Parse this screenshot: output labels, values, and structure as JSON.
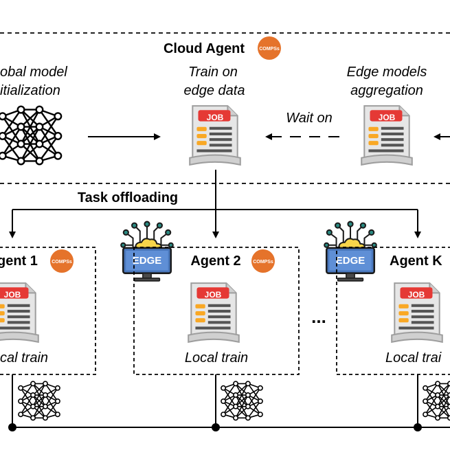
{
  "cloud": {
    "title": "Cloud Agent",
    "badge": "COMPSs",
    "global_init": [
      "obal model",
      "itialization"
    ],
    "train_on": [
      "Train on",
      "edge data"
    ],
    "aggregation": [
      "Edge models",
      "aggregation"
    ],
    "wait_on": "Wait on",
    "job_label": "JOB"
  },
  "task_offloading": "Task offloading",
  "agents": [
    {
      "title": "gent 1",
      "badge": "COMPSs",
      "job_label": "JOB",
      "train_label": "cal train"
    },
    {
      "title": "Agent 2",
      "badge": "COMPSs",
      "job_label": "JOB",
      "train_label": "Local train"
    },
    {
      "title": "Agent K",
      "job_label": "JOB",
      "train_label": "Local trai"
    }
  ],
  "edge_label": "EDGE",
  "ellipsis": "...",
  "colors": {
    "job_red": "#e53935",
    "job_orange": "#f9a825",
    "compss_orange": "#e5732b",
    "edge_blue": "#4a78bd",
    "cloud_yellow": "#f7d54a",
    "circuit_teal": "#2a8a82"
  }
}
